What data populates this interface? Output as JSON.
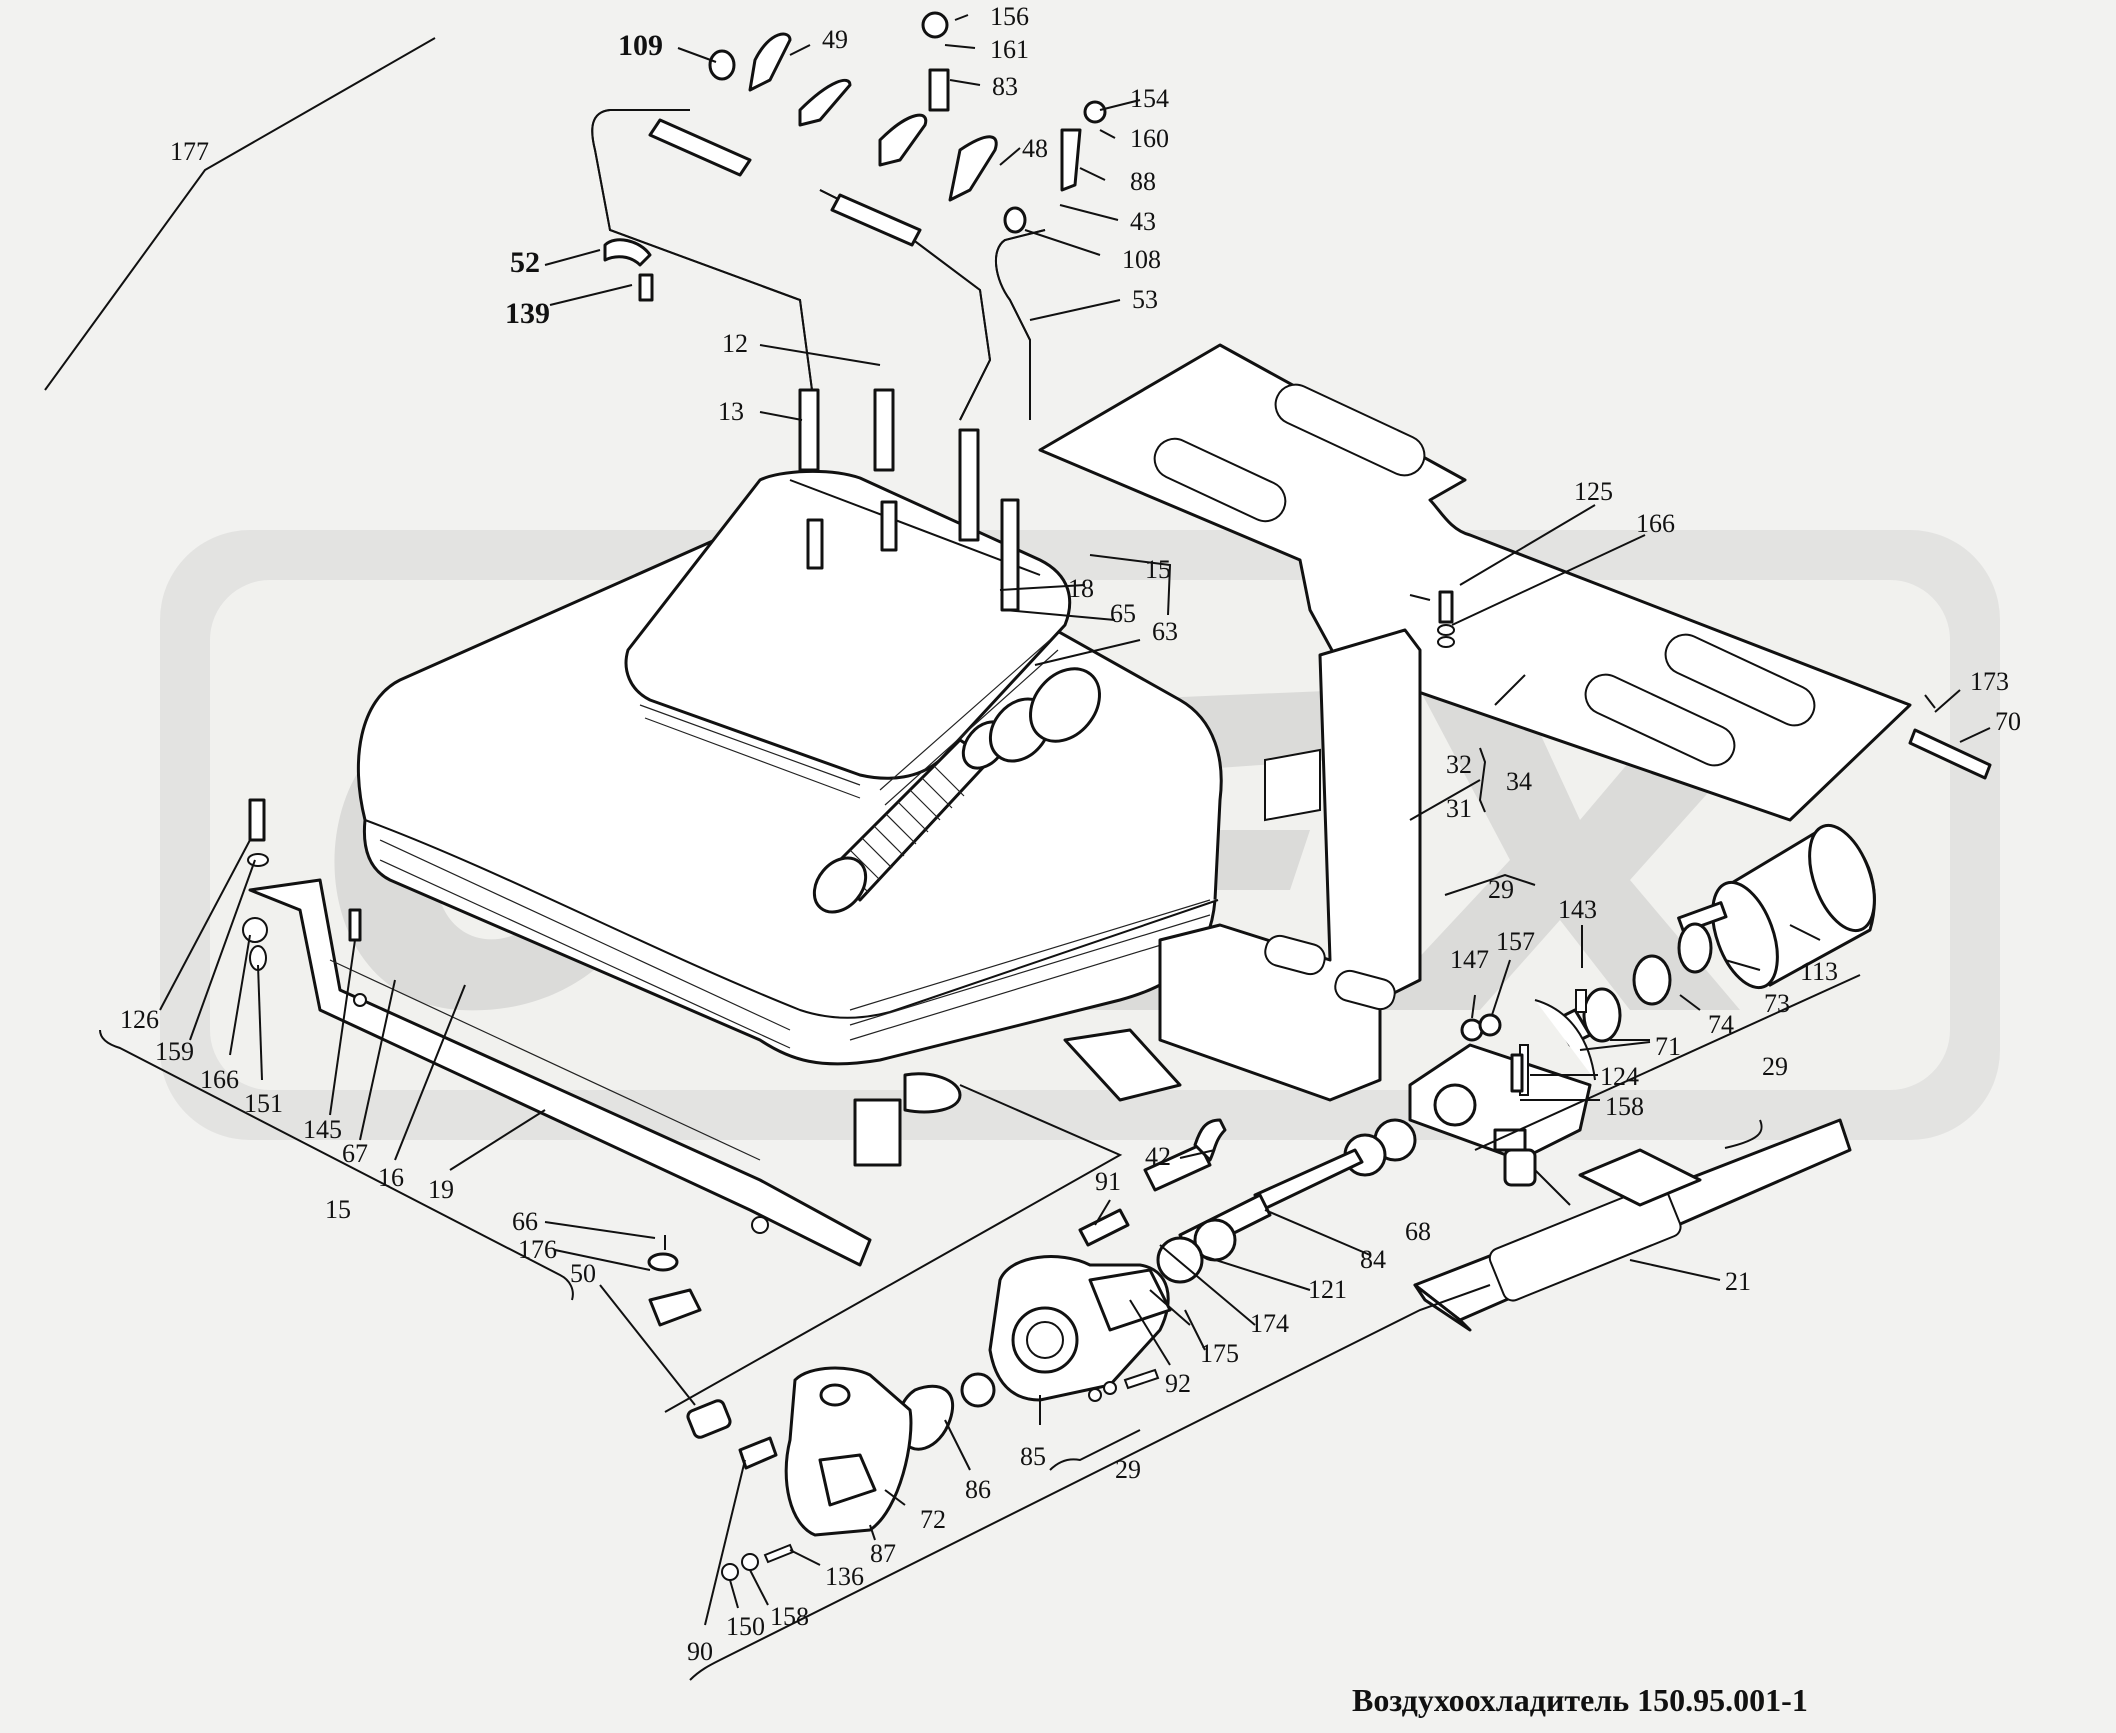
{
  "caption": "Воздухоохладитель 150.95.001-1",
  "watermark_text": "ОРЕХ",
  "callouts": {
    "c109": "109",
    "c49": "49",
    "c156": "156",
    "c161": "161",
    "c83": "83",
    "c154": "154",
    "c160": "160",
    "c48": "48",
    "c88": "88",
    "c43": "43",
    "c108": "108",
    "c52": "52",
    "c139": "139",
    "c53": "53",
    "c177": "177",
    "c12": "12",
    "c13": "13",
    "c15a": "15",
    "c18": "18",
    "c65": "65",
    "c63": "63",
    "c125": "125",
    "c166a": "166",
    "c173": "173",
    "c70": "70",
    "c32": "32",
    "c34": "34",
    "c31": "31",
    "c126": "126",
    "c159": "159",
    "c166b": "166",
    "c151": "151",
    "c145": "145",
    "c67": "67",
    "c16": "16",
    "c19": "19",
    "c15b": "15",
    "c29a": "29",
    "c143": "143",
    "c147": "147",
    "c157": "157",
    "c113": "113",
    "c73": "73",
    "c74": "74",
    "c71": "71",
    "c124": "124",
    "c158a": "158",
    "c29b": "29",
    "c66": "66",
    "c176": "176",
    "c50": "50",
    "c42": "42",
    "c91": "91",
    "c68": "68",
    "c84": "84",
    "c21": "21",
    "c121": "121",
    "c174": "174",
    "c175": "175",
    "c92": "92",
    "c85": "85",
    "c86": "86",
    "c72": "72",
    "c87": "87",
    "c136": "136",
    "c158b": "158",
    "c150": "150",
    "c90": "90",
    "c29c": "29"
  }
}
